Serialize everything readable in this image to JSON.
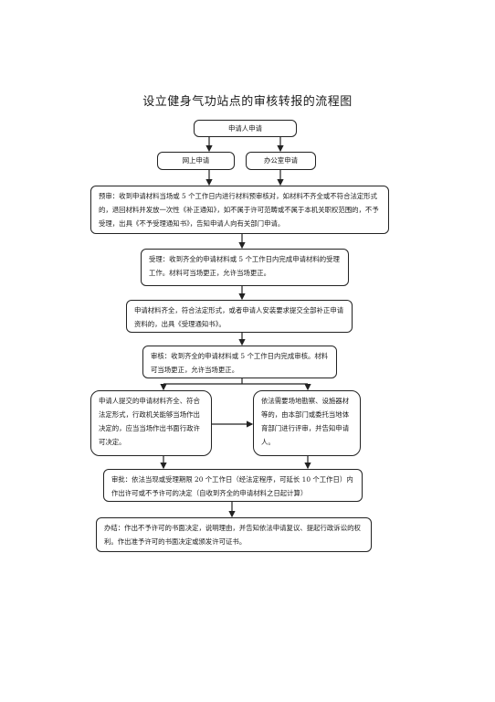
{
  "title": "设立健身气功站点的审核转报的流程图",
  "nodes": {
    "apply": "申请人申请",
    "online": "网上申请",
    "office": "办公室申请",
    "pre_review": "预审：收到申请材料当场或 5 个工作日内进行材料预审核对，如材料不齐全或不符合法定形式的，退回材料并发放一次性《补正通知》，如不属于许可范畴或不属于本机关职权范围的，不予受理，出具《不予受理通知书》，告知申请人向有关部门申请。",
    "accept": "受理：收到齐全的申请材料或 5 个工作日内完成申请材料的受理工作。材料可当场更正，允许当场更正。",
    "complete": "申请材料齐全，符合法定形式，或者申请人安装要求提交全部补正申请资料的，出具《受理通知书》。",
    "review": "审核：收到齐全的申请材料或 5 个工作日内完成审核。材料可当场更正，允许当场更正。",
    "decide_onsite": "申请人提交的申请材料齐全、符合法定形式，行政机关能够当场作出决定的，应当当场作出书面行政许可决定。",
    "inspection": "依法需要场地勘察、设施器材等的，由本部门或委托当地体育部门进行评审，并告知申请人。",
    "approve": "审批：依法当现或受理期限 20 个工作日（经法定程序，可延长 10 个工作日）内作出许可或不予许可的决定（自收到齐全的申请材料之日起计算）",
    "conclude": "办结：作出不予许可的书面决定，说明理由，并告知依法申请复议、提起行政诉讼的权利。作出准予许可的书面决定或颁发许可证书。"
  }
}
